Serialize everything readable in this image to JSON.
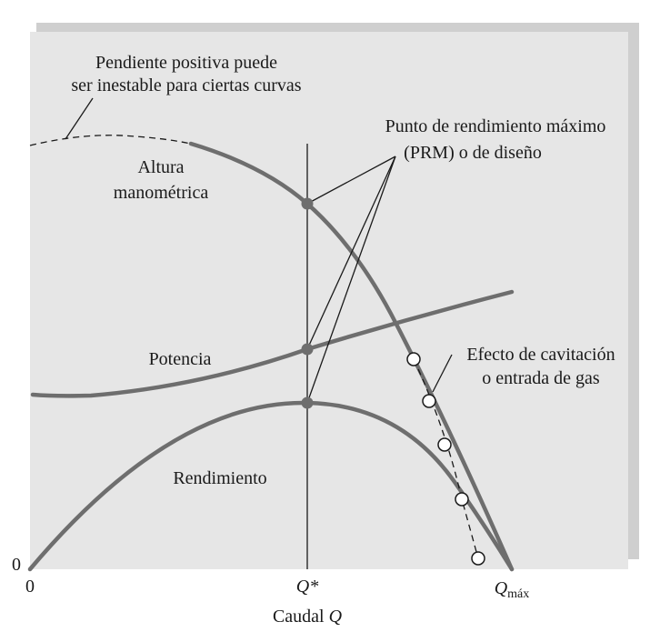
{
  "labels": {
    "unstable_note_line1": "Pendiente positiva puede",
    "unstable_note_line2": "ser inestable para ciertas curvas",
    "bep_line1": "Punto de rendimiento máximo",
    "bep_line2": "(PRM) o de diseño",
    "head_line1": "Altura",
    "head_line2": "manométrica",
    "power": "Potencia",
    "efficiency": "Rendimiento",
    "cavitation_line1": "Efecto de cavitación",
    "cavitation_line2": "o entrada de gas"
  },
  "axes": {
    "y_origin": "0",
    "x_origin": "0",
    "q_star": "Q*",
    "q_max_symbol": "Q",
    "q_max_subscript": "máx",
    "x_title": "Caudal",
    "x_title_symbol": "Q"
  },
  "colors": {
    "background": "#e6e6e6",
    "shadow": "#cfcfcf",
    "curve": "#6e6e6e",
    "ink": "#1a1a1a"
  }
}
